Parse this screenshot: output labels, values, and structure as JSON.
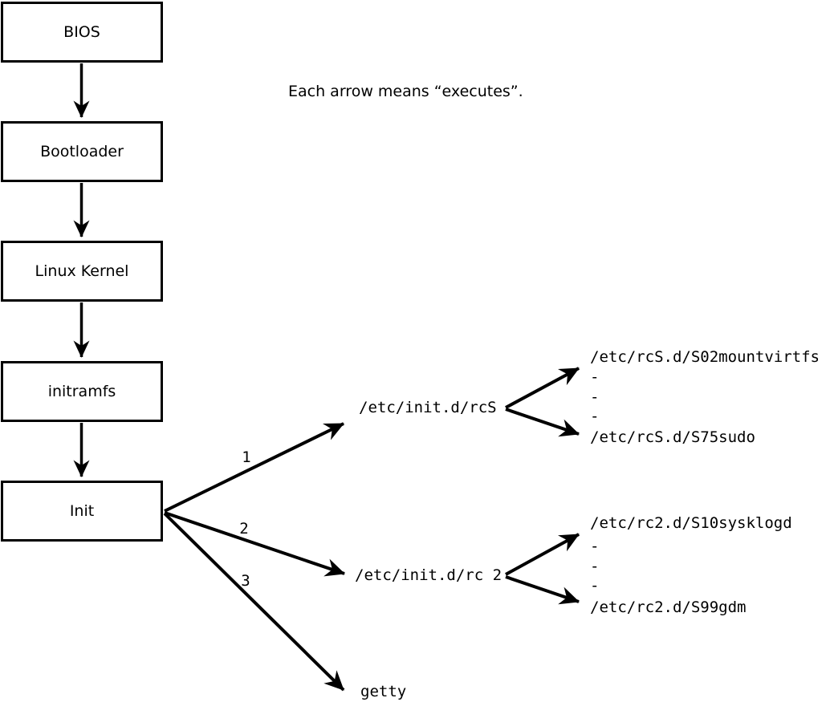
{
  "note": "Each arrow means “executes”.",
  "chain": [
    {
      "label": "BIOS"
    },
    {
      "label": "Bootloader"
    },
    {
      "label": "Linux Kernel"
    },
    {
      "label": "initramfs"
    },
    {
      "label": "Init"
    }
  ],
  "branches": [
    {
      "number": "1",
      "target": "/etc/init.d/rcS"
    },
    {
      "number": "2",
      "target": "/etc/init.d/rc 2"
    },
    {
      "number": "3",
      "target": "getty"
    }
  ],
  "rcS_scripts": {
    "first": "/etc/rcS.d/S02mountvirtfs",
    "dash1": "-",
    "dash2": "-",
    "dash3": "-",
    "last": "/etc/rcS.d/S75sudo"
  },
  "rc2_scripts": {
    "first": "/etc/rc2.d/S10sysklogd",
    "dash1": "-",
    "dash2": "-",
    "dash3": "-",
    "last": "/etc/rc2.d/S99gdm"
  },
  "colors": {
    "line": "#000000",
    "background": "#ffffff"
  }
}
